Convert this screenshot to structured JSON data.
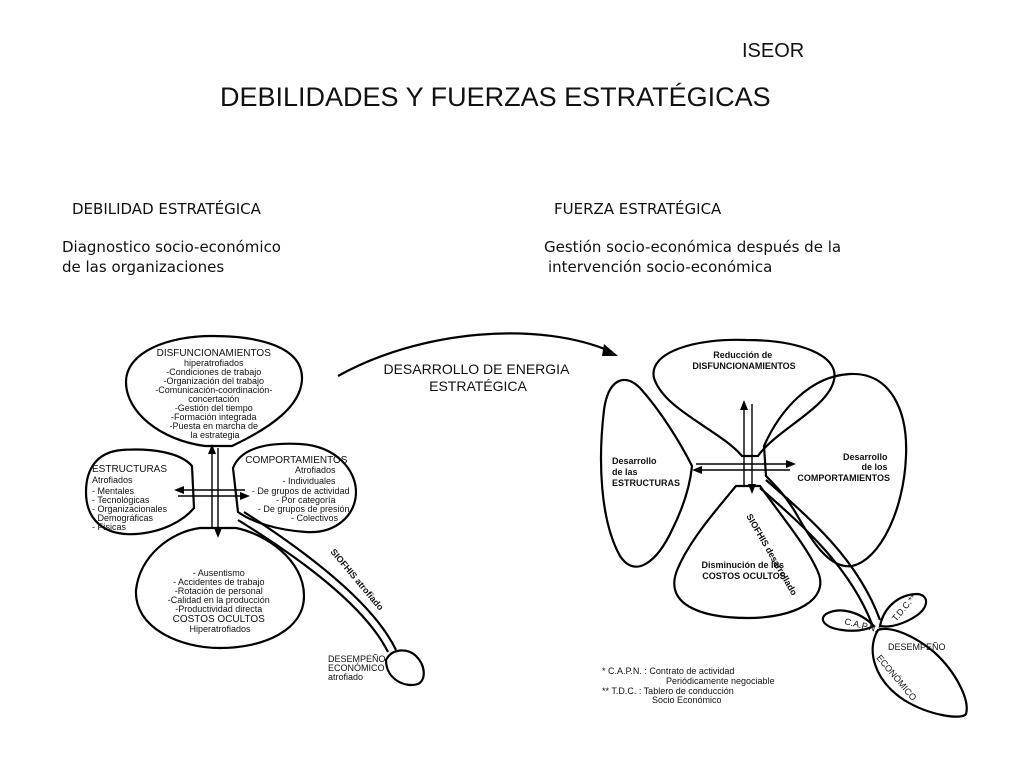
{
  "header": {
    "brand": "ISEOR",
    "title": "DEBILIDADES Y FUERZAS ESTRATÉGICAS"
  },
  "left": {
    "heading": "DEBILIDAD ESTRATÉGICA",
    "sub1": "Diagnostico socio-económico",
    "sub2": "de las organizaciones",
    "top_petal": [
      "DISFUNCIONAMIENTOS",
      "hiperatrofiados",
      "-Condiciones de trabajo",
      "-Organización del trabajo",
      "-Comunicación-coordinación-",
      "concertación",
      "-Gestión del tiempo",
      "-Formación integrada",
      "-Puesta en marcha de",
      "la estrategia"
    ],
    "left_petal": [
      "ESTRUCTURAS",
      "Atrofiados",
      "- Mentales",
      "- Tecnológicas",
      "- Organizacionales",
      "- Demográficas",
      "- Físicas"
    ],
    "right_petal": [
      "COMPORTAMIENTOS",
      "Atrofiados",
      "- Individuales",
      "- De grupos de actividad",
      "- Por categoría",
      "- De grupos de presión",
      "- Colectivos"
    ],
    "bottom_petal": [
      "- Ausentismo",
      "- Accidentes de trabajo",
      "-Rotación de personal",
      "-Calidad en la producción",
      "-Productividad directa",
      "COSTOS OCULTOS",
      "Hiperatrofiados"
    ],
    "stem_label": "SIOFHIS  atrofiado",
    "leaf_label": [
      "DESEMPEÑO",
      "ECONÓMICO",
      "atrofiado"
    ]
  },
  "middle": {
    "arrow_label1": "DESARROLLO DE ENERGIA",
    "arrow_label2": "ESTRATÉGICA"
  },
  "right": {
    "heading": "FUERZA ESTRATÉGICA",
    "sub1": "Gestión socio-económica después de la",
    "sub2": "intervención socio-económica",
    "top_petal": [
      "Reducción de",
      "DISFUNCIONAMIENTOS"
    ],
    "left_petal": [
      "Desarrollo",
      "de las",
      "ESTRUCTURAS"
    ],
    "right_petal": [
      "Desarrollo",
      "de los",
      "COMPORTAMIENTOS"
    ],
    "bottom_petal": [
      "Disminución de los",
      "COSTOS OCULTOS"
    ],
    "stem_label": "SIOFHIS desarrollado",
    "leaf_capn": "C.A.P.N.*",
    "leaf_tdc": "T.D.C.**",
    "leaf_desempeno": [
      "DESEMPEÑO",
      "ECONÓMICO"
    ],
    "footnote1a": "*  C.A.P.N. :  Contrato de actividad",
    "footnote1b": "Periódicamente negociable",
    "footnote2a": "** T.D.C.     : Tablero de conducción",
    "footnote2b": "Socio Económico"
  }
}
